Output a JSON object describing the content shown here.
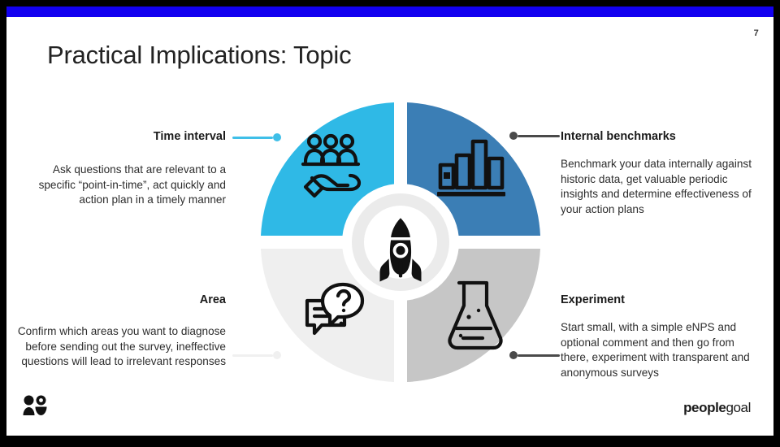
{
  "slide": {
    "page_number": "7",
    "title": "Practical Implications: Topic",
    "accent_bar_color": "#1200f0",
    "background_color": "#ffffff"
  },
  "diagram": {
    "center_icon": "rocket-icon",
    "ring_color": "#ebebeb",
    "quadrants": [
      {
        "id": "time-interval",
        "position": "top-left",
        "color": "#2fb9e6",
        "icon": "people-in-hand-icon",
        "connector_color": "#3fbfe8"
      },
      {
        "id": "internal-benchmarks",
        "position": "top-right",
        "color": "#3b7eb5",
        "icon": "bar-chart-icon",
        "connector_color": "#4a4a4a"
      },
      {
        "id": "area",
        "position": "bottom-left",
        "color": "#efefef",
        "icon": "question-chat-icon",
        "connector_color": "#f0f0f0"
      },
      {
        "id": "experiment",
        "position": "bottom-right",
        "color": "#c6c6c6",
        "icon": "flask-icon",
        "connector_color": "#4a4a4a"
      }
    ]
  },
  "blocks": {
    "time_interval": {
      "heading": "Time interval",
      "body": "Ask questions that are relevant to a specific “point-in-time”, act quickly and action plan in a timely manner"
    },
    "internal_benchmarks": {
      "heading": "Internal benchmarks",
      "body": "Benchmark your data internally against historic data, get valuable periodic insights and determine effectiveness of your action plans"
    },
    "area": {
      "heading": "Area",
      "body": "Confirm which areas you want to diagnose before sending out the survey, ineffective questions will lead to irrelevant responses"
    },
    "experiment": {
      "heading": "Experiment",
      "body": "Start small, with a simple eNPS and optional comment and then go from there, experiment with transparent and anonymous surveys"
    }
  },
  "footer": {
    "logo_mark": "two-people-icon",
    "wordmark_bold": "people",
    "wordmark_regular": "goal"
  }
}
